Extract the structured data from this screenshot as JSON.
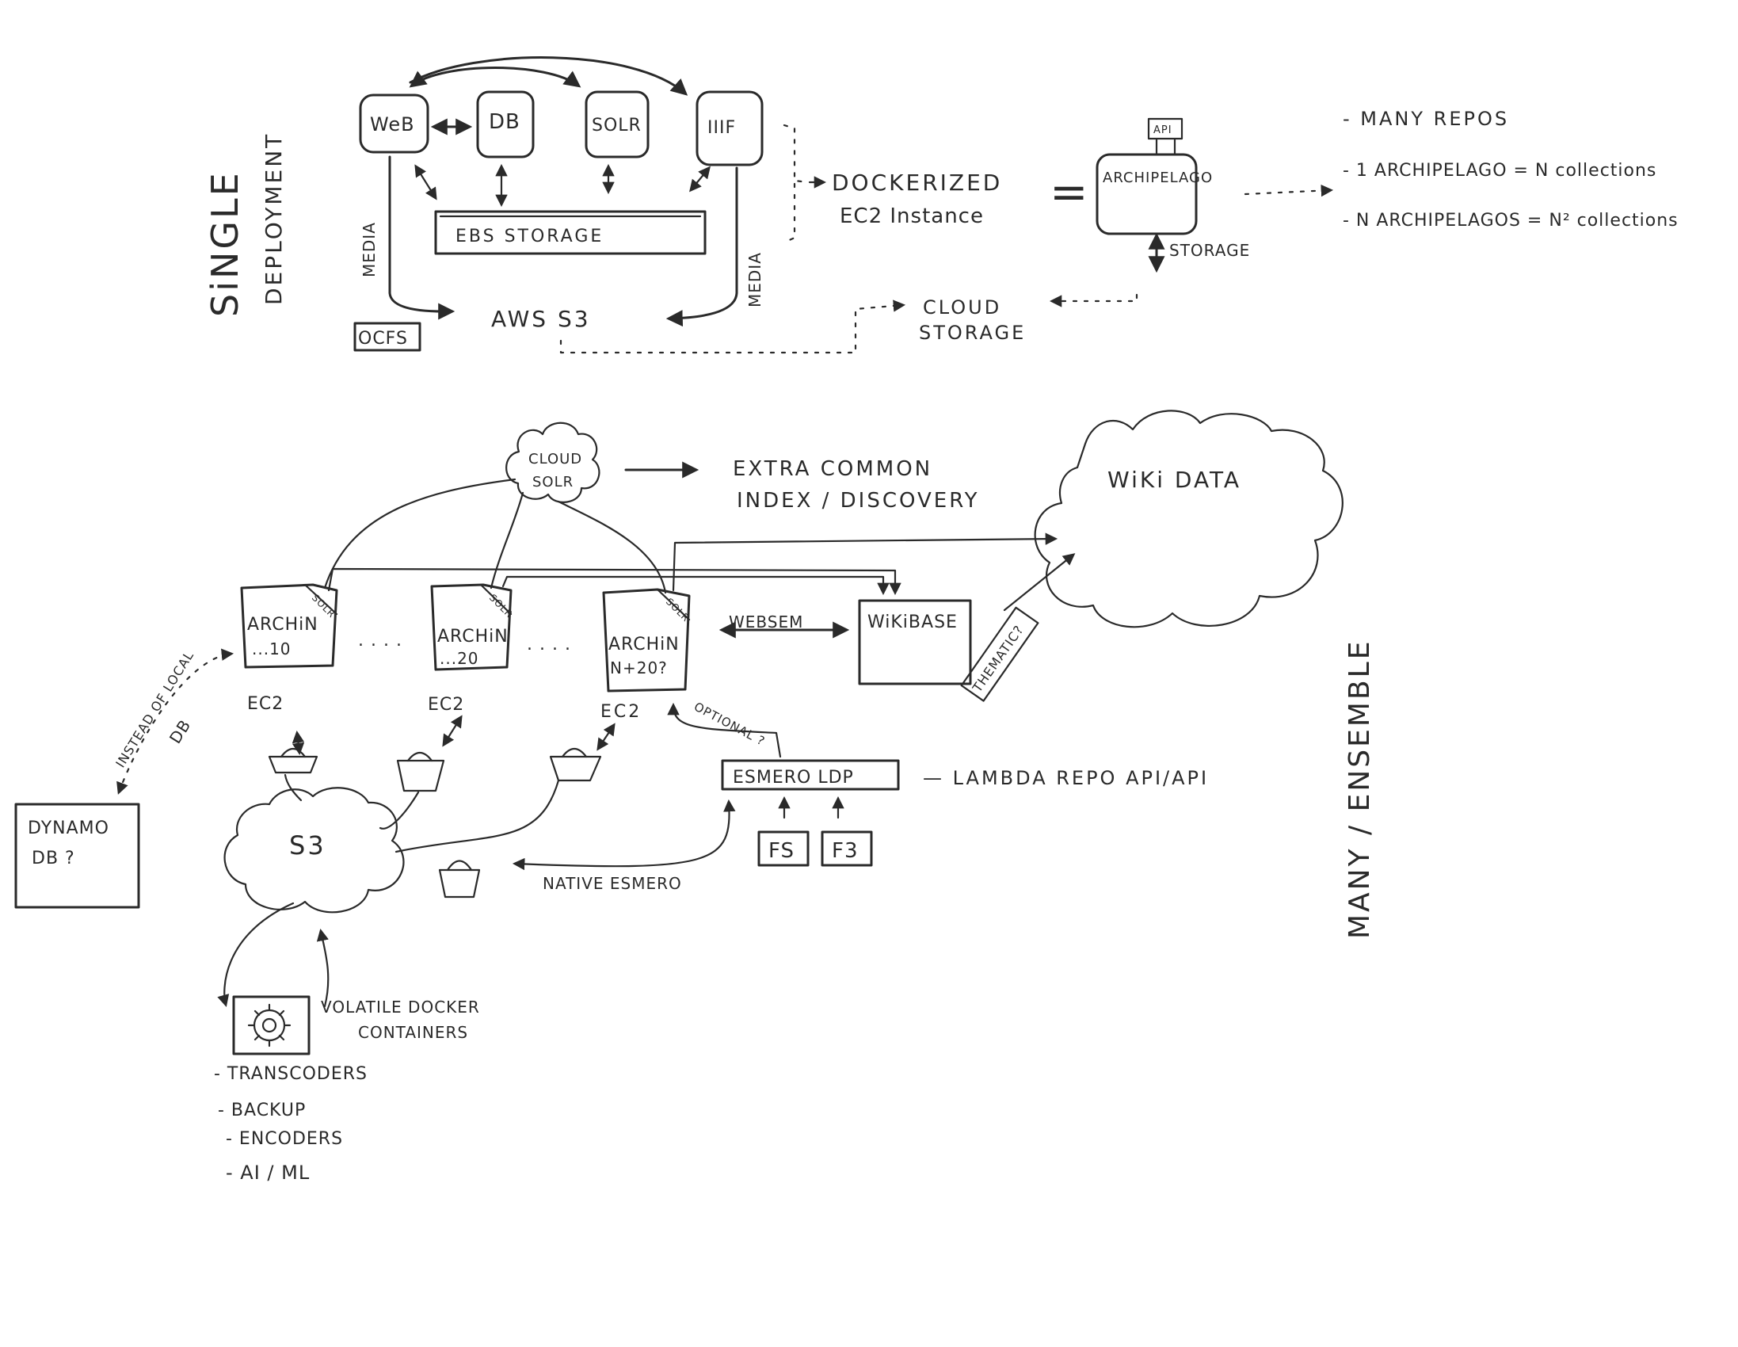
{
  "single": {
    "title_line1": "SiNGLE",
    "title_line2": "DEPLOYMENT",
    "web": "WeB",
    "db": "DB",
    "solr": "SOLR",
    "iiif": "IIIF",
    "ebs": "EBS  STORAGE",
    "media_left": "MEDIA",
    "media_right": "MEDIA",
    "aws_s3": "AWS S3",
    "ocfs": "OCFS",
    "dockerized_line1": "DOCKERIZED",
    "dockerized_line2": "EC2  Instance",
    "equals": "=",
    "archipelago": "ARCHIPELAGO",
    "api": "API",
    "storage": "STORAGE",
    "cloud_storage_line1": "CLOUD",
    "cloud_storage_line2": "STORAGE",
    "notes": [
      "- MANY  REPOS",
      "- 1 ARCHIPELAGO  =  N  collections",
      "- N ARCHIPELAGOS = N² collections"
    ]
  },
  "many": {
    "title": "MANY / ENSEMBLE",
    "cloud_solr_line1": "CLOUD",
    "cloud_solr_line2": "SOLR",
    "extra_line1": "EXTRA  COMMON",
    "extra_line2": "INDEX / DISCOVERY",
    "wikidata": "WiKi DATA",
    "solr_tag": "SOLR",
    "nodes": [
      {
        "line1": "ARCHiN",
        "line2": "...10"
      },
      {
        "line1": "ARCHiN",
        "line2": "...20"
      },
      {
        "line1": "ARCHiN",
        "line2": "N+20?"
      }
    ],
    "ellipsis": ". . . .",
    "wikibase": "WiKiBASE",
    "websem": "WEBSEM",
    "thematic": "THEMATIC?",
    "ec2": "EC2",
    "instead_line1": "INSTEAD  OF  LOCAL",
    "instead_line2": "DB",
    "dynamo_line1": "DYNAMO",
    "dynamo_line2": "DB ?",
    "s3": "S3",
    "optional": "OPTIONAL ?",
    "esmero": "ESMERO  LDP",
    "lambda": "—  LAMBDA  REPO  API/API",
    "fs": "FS",
    "f3": "F3",
    "native": "NATIVE  ESMERO",
    "volatile_line1": "VOLATILE  DOCKER",
    "volatile_line2": "CONTAINERS",
    "tasks": [
      "- TRANSCODERS",
      "- BACKUP",
      "- ENCODERS",
      "- AI / ML"
    ]
  }
}
